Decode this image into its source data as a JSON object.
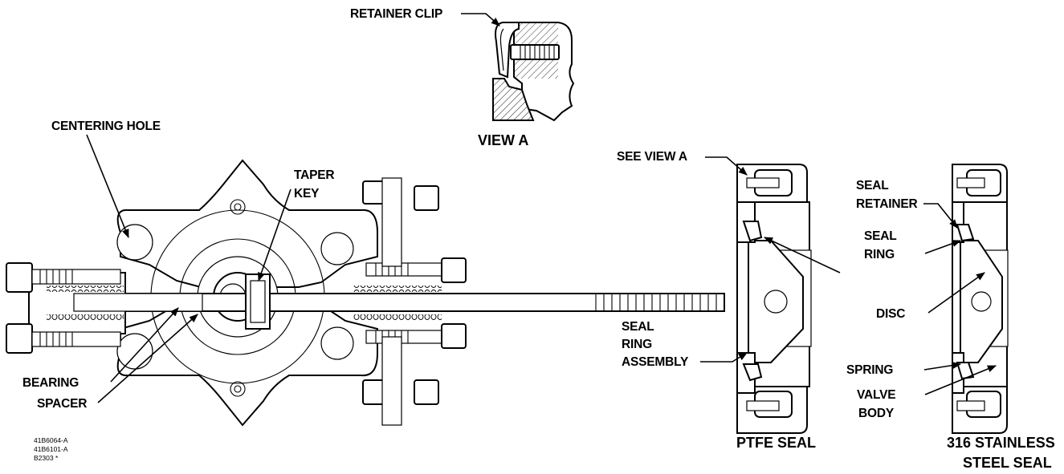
{
  "view_a": {
    "retainer_clip": "RETAINER CLIP",
    "caption": "VIEW A"
  },
  "assembly": {
    "centering_hole": "CENTERING HOLE",
    "taper_key": [
      "TAPER",
      "KEY"
    ],
    "bearing": "BEARING",
    "spacer": "SPACER"
  },
  "ptfe": {
    "see_view_a": "SEE VIEW A",
    "seal_ring_assembly": [
      "SEAL",
      "RING",
      "ASSEMBLY"
    ],
    "caption": "PTFE SEAL"
  },
  "stainless": {
    "seal_retainer": [
      "SEAL",
      "RETAINER"
    ],
    "seal_ring": [
      "SEAL",
      "RING"
    ],
    "disc": "DISC",
    "spring": "SPRING",
    "valve_body": [
      "VALVE",
      "BODY"
    ],
    "caption": [
      "316 STAINLESS",
      "STEEL SEAL"
    ]
  },
  "drawing_refs": [
    "41B6064-A",
    "41B6101-A",
    "B2303 *"
  ]
}
